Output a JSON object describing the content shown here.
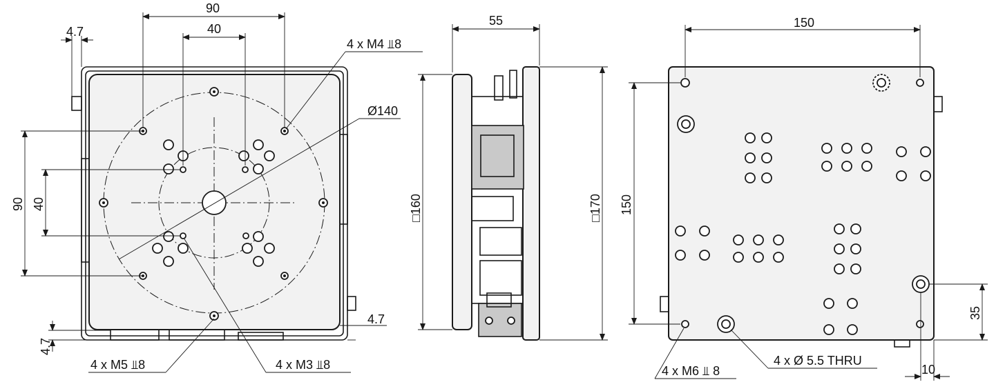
{
  "drawing": {
    "dimensions": {
      "front_dim_90_top": "90",
      "front_dim_40_top": "40",
      "front_dim_4_7_top": "4.7",
      "front_dim_90_left": "90",
      "front_dim_40_left": "40",
      "front_dim_4_7_right": "4.7",
      "front_dim_4_7_bottom": "4.7",
      "front_diameter": "Ø140",
      "side_dim_55": "55",
      "side_dim_160": "□160",
      "side_dim_170": "□170",
      "back_dim_150_top": "150",
      "back_dim_150_left": "150",
      "back_dim_35": "35",
      "back_dim_10": "10"
    },
    "callouts": {
      "m4": "4 x  M4 ⫫8",
      "m5": "4 x  M5 ⫫8",
      "m3": "4 x  M3 ⫫8",
      "m6": "4 x M6 ⫫ 8",
      "thru": "4 x  Ø 5.5 THRU"
    },
    "colors": {
      "line": "#1a1a1a",
      "plate": "#f2f2f2",
      "background": "#ffffff"
    }
  }
}
